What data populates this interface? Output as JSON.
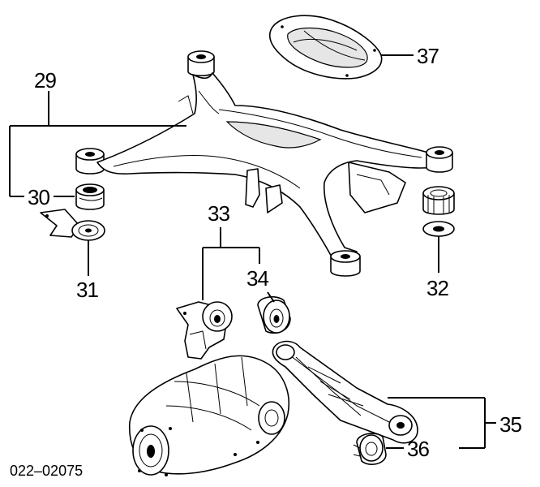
{
  "diagram": {
    "callouts": [
      {
        "id": "29",
        "label": "29"
      },
      {
        "id": "30",
        "label": "30"
      },
      {
        "id": "31",
        "label": "31"
      },
      {
        "id": "32",
        "label": "32"
      },
      {
        "id": "33",
        "label": "33"
      },
      {
        "id": "34",
        "label": "34"
      },
      {
        "id": "35",
        "label": "35"
      },
      {
        "id": "36",
        "label": "36"
      },
      {
        "id": "37",
        "label": "37"
      }
    ],
    "diagram_code": "022–02075"
  }
}
